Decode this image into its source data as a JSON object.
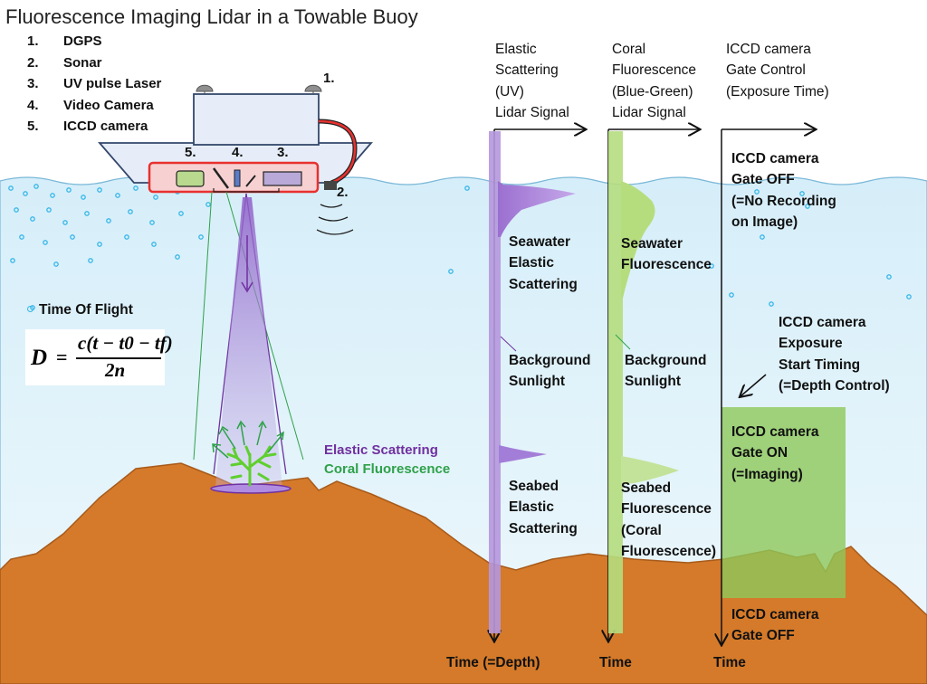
{
  "title": "Fluorescence Imaging Lidar in a Towable Buoy",
  "components": [
    {
      "num": "1.",
      "label": "DGPS"
    },
    {
      "num": "2.",
      "label": "Sonar"
    },
    {
      "num": "3.",
      "label": "UV pulse Laser"
    },
    {
      "num": "4.",
      "label": "Video Camera"
    },
    {
      "num": "5.",
      "label": "ICCD camera"
    }
  ],
  "buoy_markers": {
    "dgps": "1.",
    "sonar": "2.",
    "laser": "3.",
    "video": "4.",
    "iccd": "5."
  },
  "time_of_flight": {
    "label": "Time Of Flight",
    "formula": {
      "lhs": "D",
      "numerator": "c(t − t0 − tf)",
      "denominator": "2n"
    }
  },
  "beam_legend": {
    "elastic": "Elastic Scattering",
    "fluorescence": "Coral Fluorescence"
  },
  "columns": {
    "elastic": {
      "heading": "Elastic\nScattering\n(UV)\nLidar Signal",
      "axis": "Time (=Depth)",
      "labels": {
        "seawater": "Seawater\nElastic\nScattering",
        "background": "Background\nSunlight",
        "seabed": "Seabed\nElastic\nScattering"
      }
    },
    "fluorescence": {
      "heading": "Coral\nFluorescence\n(Blue-Green)\nLidar Signal",
      "axis": "Time",
      "labels": {
        "seawater": "Seawater\nFluorescence",
        "background": "Background\nSunlight",
        "seabed": "Seabed\nFluorescence\n(Coral\nFluorescence)"
      }
    },
    "gate": {
      "heading": "ICCD camera\nGate Control\n(Exposure Time)",
      "axis": "Time",
      "labels": {
        "off_top": "ICCD camera\nGate OFF\n(=No Recording\n    on Image)",
        "start": "ICCD  camera\nExposure\nStart Timing\n(=Depth Control)",
        "on": "ICCD camera\nGate ON\n(=Imaging)",
        "off_bottom": "ICCD camera\nGate OFF"
      }
    }
  },
  "colors": {
    "sea": "#dff2fb",
    "seabed": "#d47a2a",
    "elastic_signal": "#9b6fd0",
    "fluorescence_signal": "#b5dd7e",
    "gate_on": "#8dc85a",
    "buoy_box": "#e8312f"
  }
}
